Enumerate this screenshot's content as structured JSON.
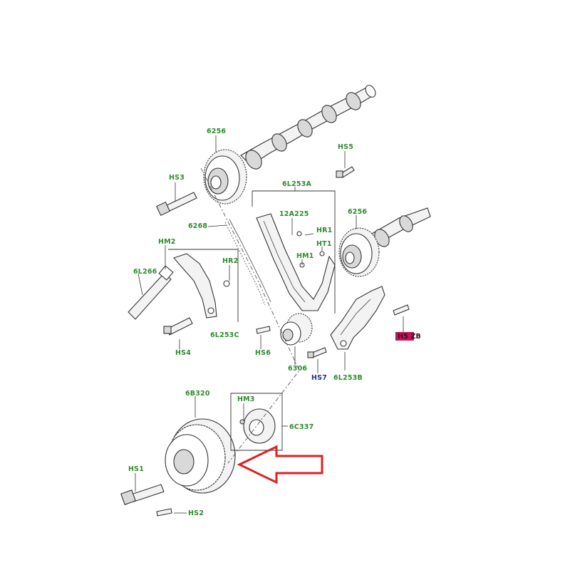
{
  "callouts": {
    "c6256_top": "6256",
    "c6256_right": "6256",
    "hs3": "HS3",
    "hs5": "HS5",
    "c6l253a": "6L253A",
    "c12a225": "12A225",
    "hr1": "HR1",
    "hm1": "HM1",
    "ht1": "HT1",
    "c6268": "6268",
    "hm2": "HM2",
    "hr2": "HR2",
    "c6l266": "6L266",
    "c6l253c": "6L253C",
    "hs4": "HS4",
    "hs6": "HS6",
    "c6306": "6306",
    "hs7": "HS7",
    "c6l253b": "6L253B",
    "highlight_label": "H5 ZB",
    "c6b320": "6B320",
    "hm3": "HM3",
    "c6c337": "6C337",
    "hs1": "HS1",
    "hs2": "HS2"
  },
  "colors": {
    "callout_green": "#2e8b2e",
    "callout_blue": "#1f2f9a",
    "highlight_fill": "#c0145a",
    "arrow_red": "#e02020"
  },
  "icons": {
    "pointer": "red-outline-arrow-left"
  }
}
